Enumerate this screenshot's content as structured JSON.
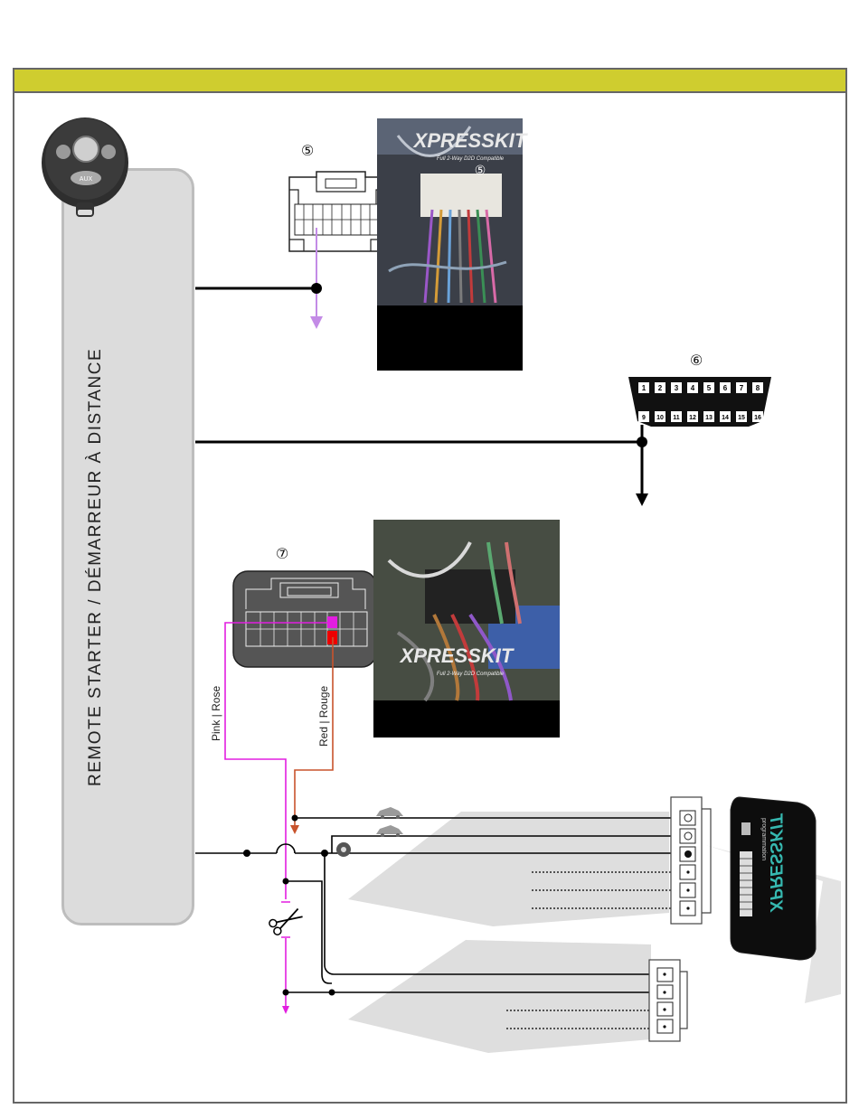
{
  "remote_starter": {
    "label": "REMOTE STARTER / DÉMARREUR À DISTANCE",
    "fob_button": "AUX"
  },
  "connectors": [
    {
      "id": "c5",
      "number": "⑤"
    },
    {
      "id": "c6",
      "number": "⑥"
    },
    {
      "id": "c7",
      "number": "⑦"
    }
  ],
  "photos": [
    {
      "id": "photo5",
      "brand": "XPRESSKIT",
      "tagline": "Full 2-Way D2D Compatible",
      "marker": "⑤"
    },
    {
      "id": "photo7",
      "brand": "XPRESSKIT",
      "tagline": "Full 2-Way D2D Compatible"
    }
  ],
  "obd_pins_top": [
    "1",
    "2",
    "3",
    "4",
    "5",
    "6",
    "7",
    "8"
  ],
  "obd_pins_bottom": [
    "9",
    "10",
    "11",
    "12",
    "13",
    "14",
    "15",
    "16"
  ],
  "wires": {
    "pink_label": "Pink | Rose",
    "red_label": "Red | Rouge"
  },
  "module": {
    "brand": "XPRESSKIT",
    "port_label": "programmation"
  },
  "colors": {
    "header": "#cfcd2f",
    "panel": "#dcdcdc",
    "lavender": "#c38be6",
    "magenta": "#e21ee0",
    "red_wire": "#c8532c",
    "red_pin": "#ee0000"
  }
}
